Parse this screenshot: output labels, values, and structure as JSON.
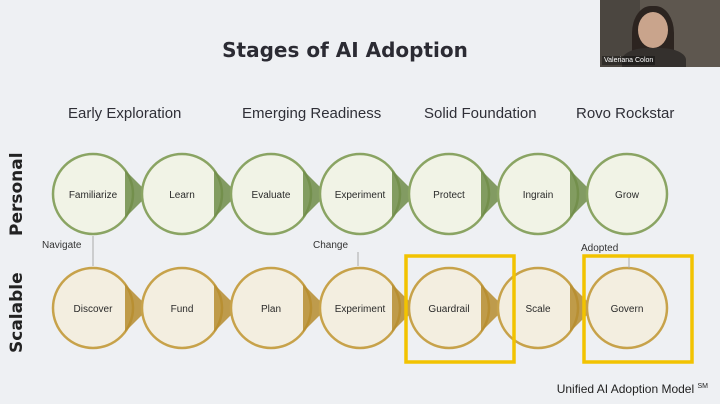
{
  "slide": {
    "title": "Stages of AI Adoption",
    "stages": [
      "Early Exploration",
      "Emerging Readiness",
      "Solid Foundation",
      "Rovo Rockstar"
    ],
    "row_labels": {
      "personal": "Personal",
      "scalable": "Scalable"
    },
    "personal_items": [
      "Familiarize",
      "Learn",
      "Evaluate",
      "Experiment",
      "Protect",
      "Ingrain",
      "Grow"
    ],
    "scalable_items": [
      "Discover",
      "Fund",
      "Plan",
      "Experiment",
      "Guardrail",
      "Scale",
      "Govern"
    ],
    "connectors": [
      "Navigate",
      "Change",
      "Adopted"
    ],
    "footer": "Unified AI Adoption Model",
    "footer_sup": "SM",
    "highlighted_items": [
      "Guardrail",
      "Govern"
    ]
  },
  "video_tile": {
    "participant_name": "Valeriana Colon"
  },
  "colors": {
    "green_fill": "#f1f3e6",
    "green_stroke": "#8aa463",
    "green_dark": "#6f8c48",
    "gold_fill": "#f3eee0",
    "gold_stroke": "#c7a24a",
    "gold_dark": "#b58c2e",
    "highlight": "#f2c300"
  }
}
